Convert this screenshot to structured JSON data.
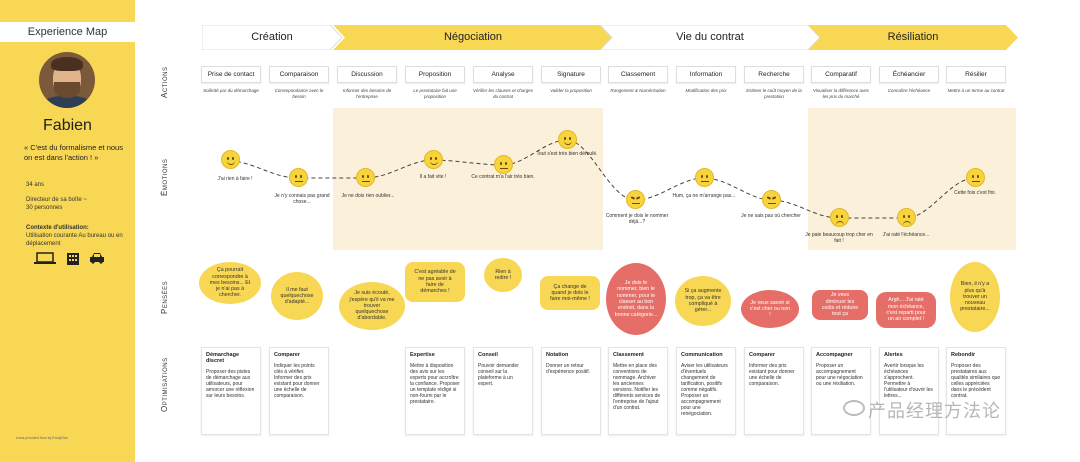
{
  "persona": {
    "header": "Experience Map",
    "name": "Fabien",
    "quote": "« C'est du formalisme et nous on est dans l'action ! »",
    "age": "34 ans",
    "role": "Directeur de sa boîte ~ 30 personnes",
    "context_title": "Contexte d'utilisation:",
    "context_lines": "Utilisation courante Au bureau ou en déplacement",
    "credit": "Icons provided from by EmojiOne"
  },
  "phases": [
    "Création",
    "Négociation",
    "Vie du contrat",
    "Résiliation"
  ],
  "row_labels": {
    "actions": "Actions",
    "emotions": "Émotions",
    "pensees": "Pensées",
    "optimisations": "Optimisations"
  },
  "actions": [
    {
      "label": "Prise de contact",
      "desc": "Sollicité par du démarchage"
    },
    {
      "label": "Comparaison",
      "desc": "Correspondance avec le besoin"
    },
    {
      "label": "Discussion",
      "desc": "Informer des besoins de l'entreprise"
    },
    {
      "label": "Proposition",
      "desc": "Le prestataire fait une proposition"
    },
    {
      "label": "Analyse",
      "desc": "Vérifier les clauses et charges du contrat"
    },
    {
      "label": "Signature",
      "desc": "Valider la proposition"
    },
    {
      "label": "Classement",
      "desc": "Rangement & Numérisation"
    },
    {
      "label": "Information",
      "desc": "Modification des prix"
    },
    {
      "label": "Recherche",
      "desc": "Estimer le coût moyen de la prestation"
    },
    {
      "label": "Comparatif",
      "desc": "Visualiser la différence avec les prix du marché"
    },
    {
      "label": "Échéancier",
      "desc": "Connaître l'échéance"
    },
    {
      "label": "Résilier",
      "desc": "Mettre à un terme au contrat"
    }
  ],
  "emotions": [
    {
      "mood": "happy",
      "label": "J'ai rien à faire !"
    },
    {
      "mood": "neutral",
      "label": "Je n'y connais pas grand chose..."
    },
    {
      "mood": "neutral",
      "label": "Je ne dois rien oublier..."
    },
    {
      "mood": "happy",
      "label": "Il a fait vite !"
    },
    {
      "mood": "neutral",
      "label": "Ce contrat m'a l'air très bien."
    },
    {
      "mood": "happy",
      "label": "Tout s'est très bien déroulé."
    },
    {
      "mood": "angry",
      "label": "Comment je dois le nommer déjà...?"
    },
    {
      "mood": "neutral",
      "label": "Hum, ça ne m'arrange pas..."
    },
    {
      "mood": "angry",
      "label": "Je ne sais pas où chercher"
    },
    {
      "mood": "sad",
      "label": "Je paie beaucoup trop cher en fait !"
    },
    {
      "mood": "sad",
      "label": "J'ai raté l'échéance..."
    },
    {
      "mood": "neutral",
      "label": "Cette fois c'est fini."
    }
  ],
  "thoughts": [
    {
      "color": "y",
      "text": "Ça pourrait correspondre à mes besoins... Et je n'ai pas à chercher."
    },
    {
      "color": "y",
      "text": "Il me faut quelquechose d'adapté..."
    },
    {
      "color": "y",
      "text": "Je suis écouté, j'espère qu'il va me trouver quelquechose d'abordable."
    },
    {
      "color": "y",
      "text": "C'est agréable de ne pas avoir à faire de démarches !"
    },
    {
      "color": "y",
      "text": "Rien à redire !"
    },
    {
      "color": "y",
      "text": "Ça change de quand je dois le faire moi-même !"
    },
    {
      "color": "r",
      "text": "Je dois le nommer, bien le nommer, pour le classer au bon endroit, dans la bonne catégorie..."
    },
    {
      "color": "y",
      "text": "Si ça augmente trop, ça va être compliqué à gérer..."
    },
    {
      "color": "r",
      "text": "Je veux savoir si c'est cher ou non !"
    },
    {
      "color": "r",
      "text": "Je veux diminuer les coûts et réduire tout ça"
    },
    {
      "color": "r",
      "text": "Argh... J'ai raté mon échéance, c'est reparti pour un an complet !"
    },
    {
      "color": "y",
      "text": "Bien, il n'y a plus qu'à trouver un nouveau prestataire..."
    }
  ],
  "optimisations": [
    {
      "title": "Démarchage discret",
      "desc": "Proposer des pistes de démarchage aux utilisateurs, pour amorcer une réflexion sur leurs besoins."
    },
    {
      "title": "Comparer",
      "desc": "Indiquer les points clés à vérifier. Informer des prix existant pour donner une échelle de comparaison."
    },
    null,
    {
      "title": "Expertise",
      "desc": "Mettre à disposition des avis sur les experts pour accroître la confiance. Proposer un template rédigé si non-fourni par le prestataire."
    },
    {
      "title": "Conseil",
      "desc": "Pouvoir demander conseil sur la plateforme à un expert."
    },
    {
      "title": "Notation",
      "desc": "Donner un retour d'expérience positif."
    },
    {
      "title": "Classement",
      "desc": "Mettre en place des conventions de nommage. Archiver les anciennes versions. Notifier les différents services de l'entreprise de l'ajout d'un contrat."
    },
    {
      "title": "Communication",
      "desc": "Aviser les utilisateurs d'éventuels changement de tarification, positifs comme négatifs. Proposer un accompagnement pour une renégociation."
    },
    {
      "title": "Comparer",
      "desc": "Informer des prix existant pour donner une échelle de comparaison."
    },
    {
      "title": "Accompagner",
      "desc": "Proposer un accompagnement pour une négociation ou une résiliation."
    },
    {
      "title": "Alertes",
      "desc": "Avertir lorsque les échéances s'approchent. Permettre à l'utilisateur d'ouvrir les lettres..."
    },
    {
      "title": "Rebondir",
      "desc": "Proposer des prestataires aux qualités similaires que celles appréciées dans le précédent contrat."
    }
  ],
  "watermark": "产品经理方法论",
  "colors": {
    "yellow": "#f7d754",
    "red": "#e56f68",
    "shade": "#fbf0da"
  }
}
